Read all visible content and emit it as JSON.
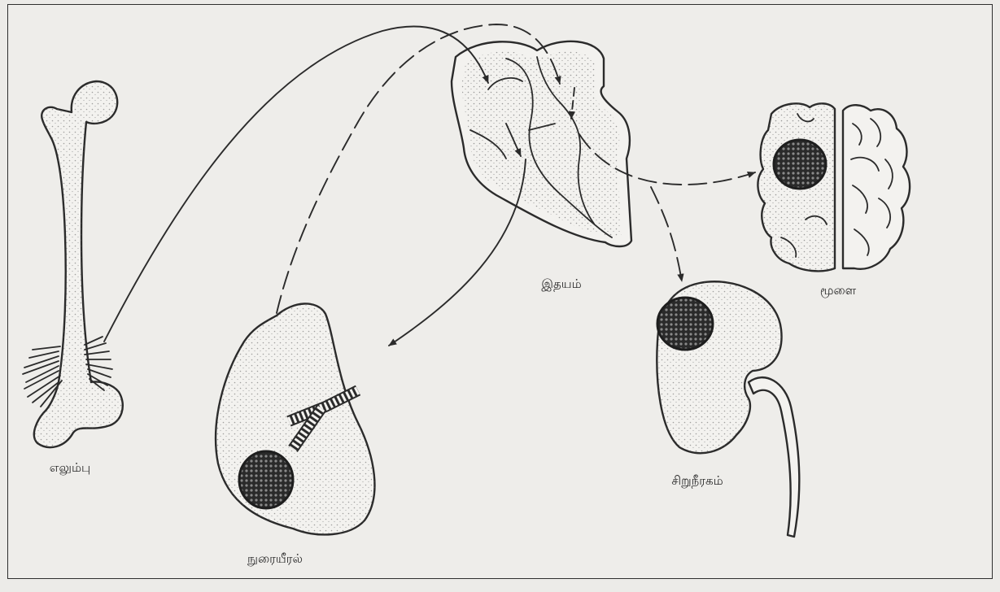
{
  "diagram": {
    "labels": {
      "bone": "எலும்பு",
      "lung": "நுரையீரல்",
      "heart": "இதயம்",
      "kidney": "சிறுநீரகம்",
      "brain": "மூளை"
    }
  }
}
